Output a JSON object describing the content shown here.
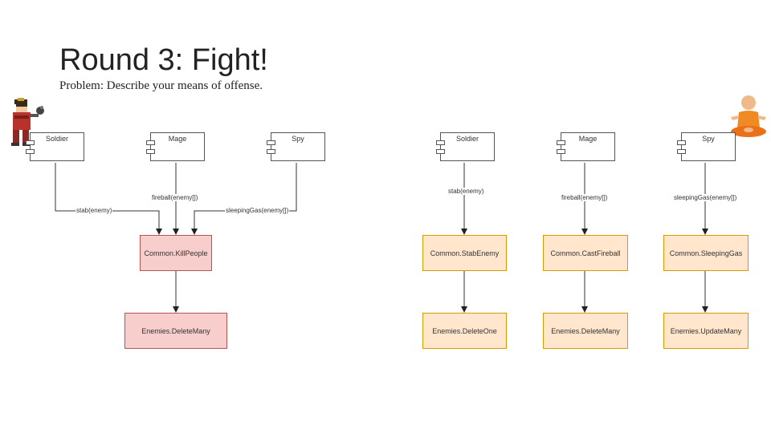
{
  "slide": {
    "title": "Round 3: Fight!",
    "subtitle": "Problem: Describe your means of offense."
  },
  "left_diagram": {
    "components": [
      "Soldier",
      "Mage",
      "Spy"
    ],
    "edges": [
      "stab(enemy)",
      "fireball(enemy[])",
      "sleepingGas(enemy[])"
    ],
    "middle": "Common.KillPeople",
    "bottom": "Enemies.DeleteMany",
    "color": "#f8cecc"
  },
  "right_diagram": {
    "components": [
      "Soldier",
      "Mage",
      "Spy"
    ],
    "edges": [
      "stab(enemy)",
      "fireball(enemy[])",
      "sleepingGas(enemy[])"
    ],
    "middle": [
      "Common.StabEnemy",
      "Common.CastFireball",
      "Common.SleepingGas"
    ],
    "bottom": [
      "Enemies.DeleteOne",
      "Enemies.DeleteMany",
      "Enemies.UpdateMany"
    ],
    "color": "#ffe6cc"
  },
  "images": [
    "samurai-character",
    "meditating-monk"
  ]
}
